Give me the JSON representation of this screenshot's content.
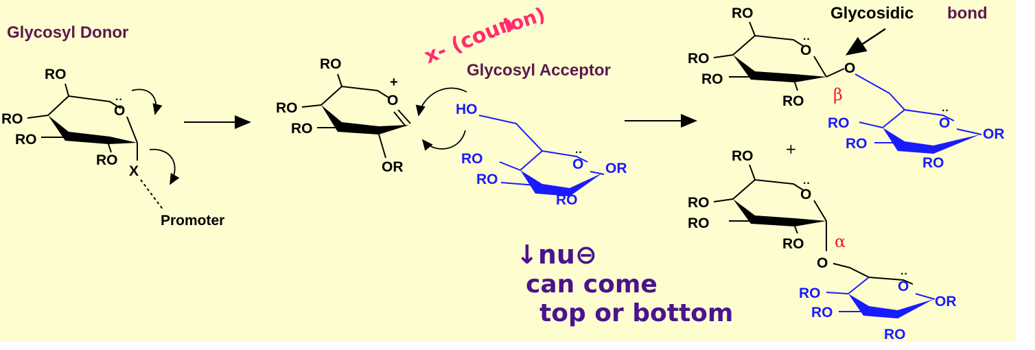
{
  "labels": {
    "donor_title": "Glycosyl Donor",
    "acceptor_title": "Glycosyl Acceptor",
    "glycosidic_title": "Glycosidic",
    "glycosidic_bond": "bond",
    "promoter": "Promoter",
    "beta": "β",
    "alpha": "α",
    "plus": "+"
  },
  "atoms": {
    "ro": "RO",
    "or": "OR",
    "ho": "HO",
    "o": "O",
    "x": "X",
    "cation": "+",
    "lone_pair": "··"
  },
  "notes": {
    "counter_ion_1": "x- (coun",
    "counter_ion_2": "ion)",
    "nu": "↓nu⊖",
    "line2": "can come",
    "line3": "top or bottom"
  },
  "colors": {
    "background": "#fefdd0",
    "title": "#5a1a4e",
    "acceptor": "#1a1aff",
    "greek": "#e82020",
    "handwriting_pink": "#ff2d6e",
    "handwriting_purple": "#4a148c",
    "ink": "#000000"
  }
}
